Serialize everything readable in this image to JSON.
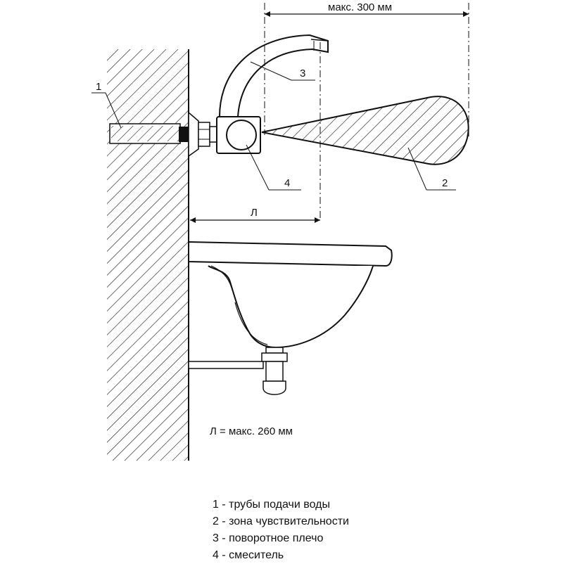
{
  "dimensions": {
    "max_reach": "макс. 300 мм",
    "L_label": "Л",
    "L_note": "Л = макс. 260 мм"
  },
  "callouts": [
    "1",
    "2",
    "3",
    "4"
  ],
  "legend": [
    "1 - трубы подачи воды",
    "2 - зона чувствительности",
    "3 - поворотное плечо",
    "4 - смеситель"
  ]
}
